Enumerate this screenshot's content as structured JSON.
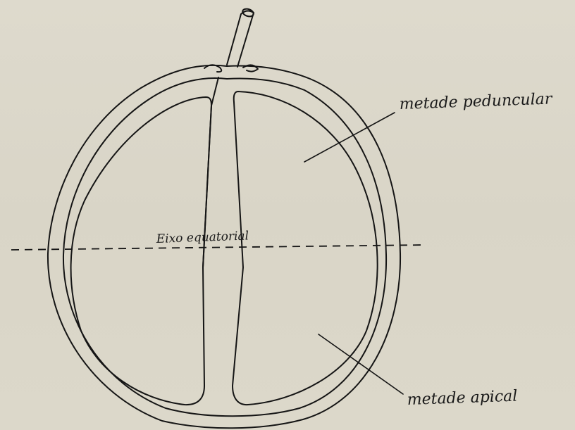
{
  "labels": {
    "peduncular_half": "metade peduncular",
    "apical_half": "metade apical",
    "equatorial_axis": "Eixo equatorial"
  },
  "colors": {
    "paper": "#ddd9cc",
    "ink": "#151515"
  }
}
